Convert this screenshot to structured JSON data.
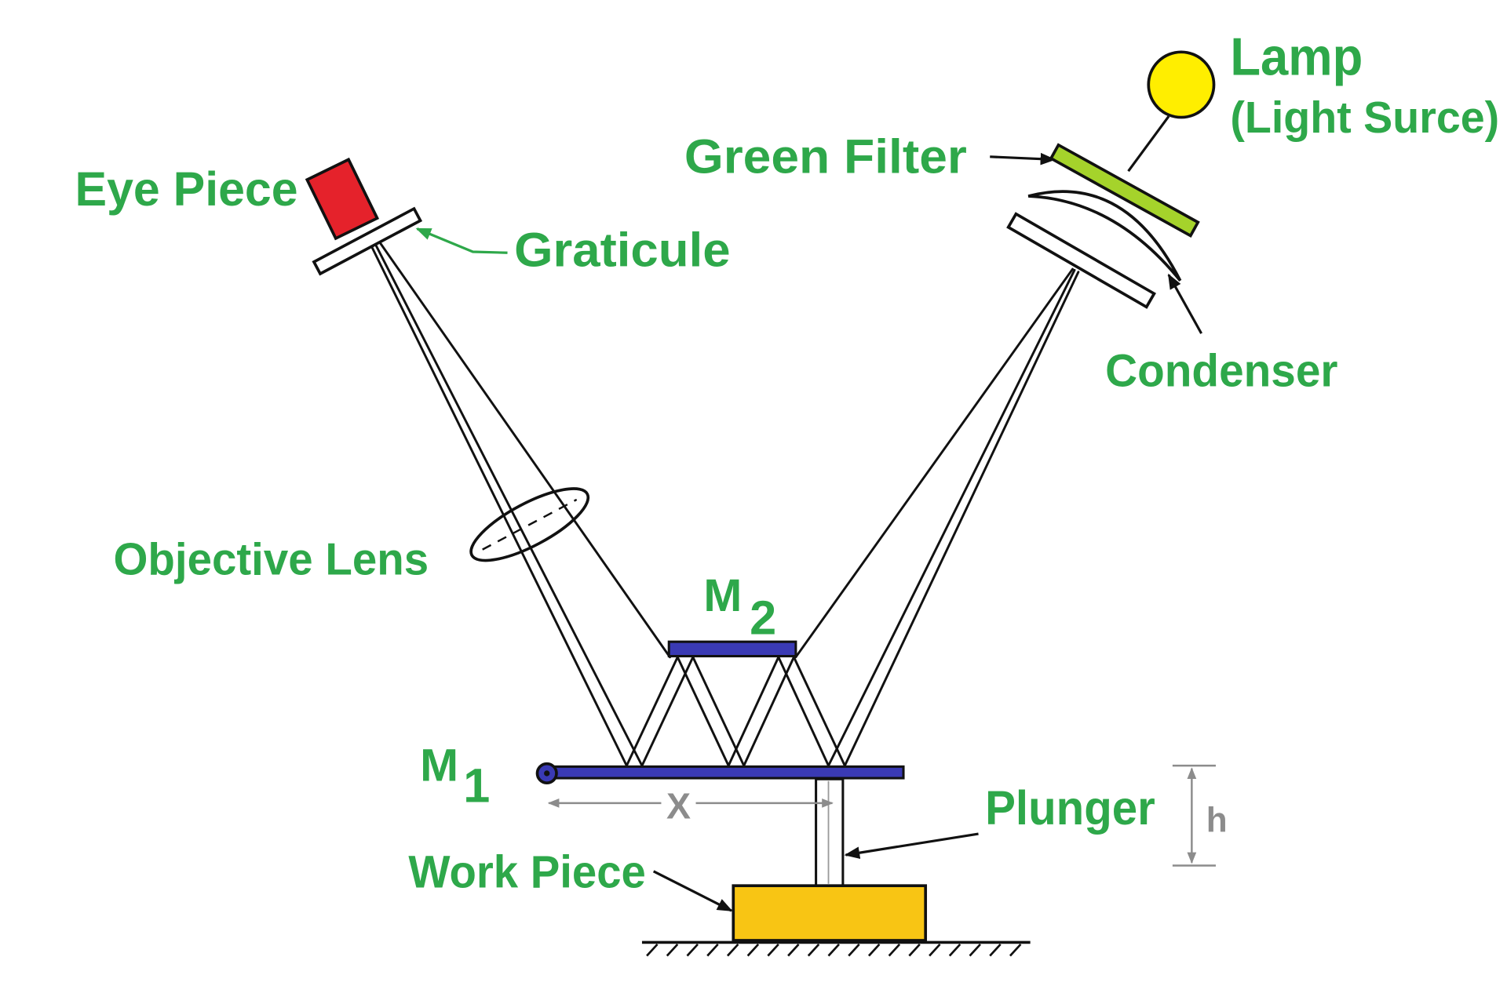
{
  "diagram": {
    "lamp_label": "Lamp",
    "lamp_sublabel": "(Light Surce)",
    "green_filter_label": "Green Filter",
    "eye_piece_label": "Eye Piece",
    "graticule_label": "Graticule",
    "condenser_label": "Condenser",
    "objective_lens_label": "Objective Lens",
    "mirror_2": {
      "letter": "M",
      "subscript": "2"
    },
    "mirror_1": {
      "letter": "M",
      "subscript": "1"
    },
    "plunger_label": "Plunger",
    "work_piece_label": "Work Piece",
    "dimension_x_label": "X",
    "dimension_h_label": "h"
  },
  "colors": {
    "label_text": "#2ea84a",
    "dimension": "#8c8c8c",
    "lamp": "#ffee00",
    "green_filter": "#a5d32b",
    "eye_piece": "#e5222b",
    "mirror": "#3a3ab4",
    "work_piece": "#f8c514"
  }
}
